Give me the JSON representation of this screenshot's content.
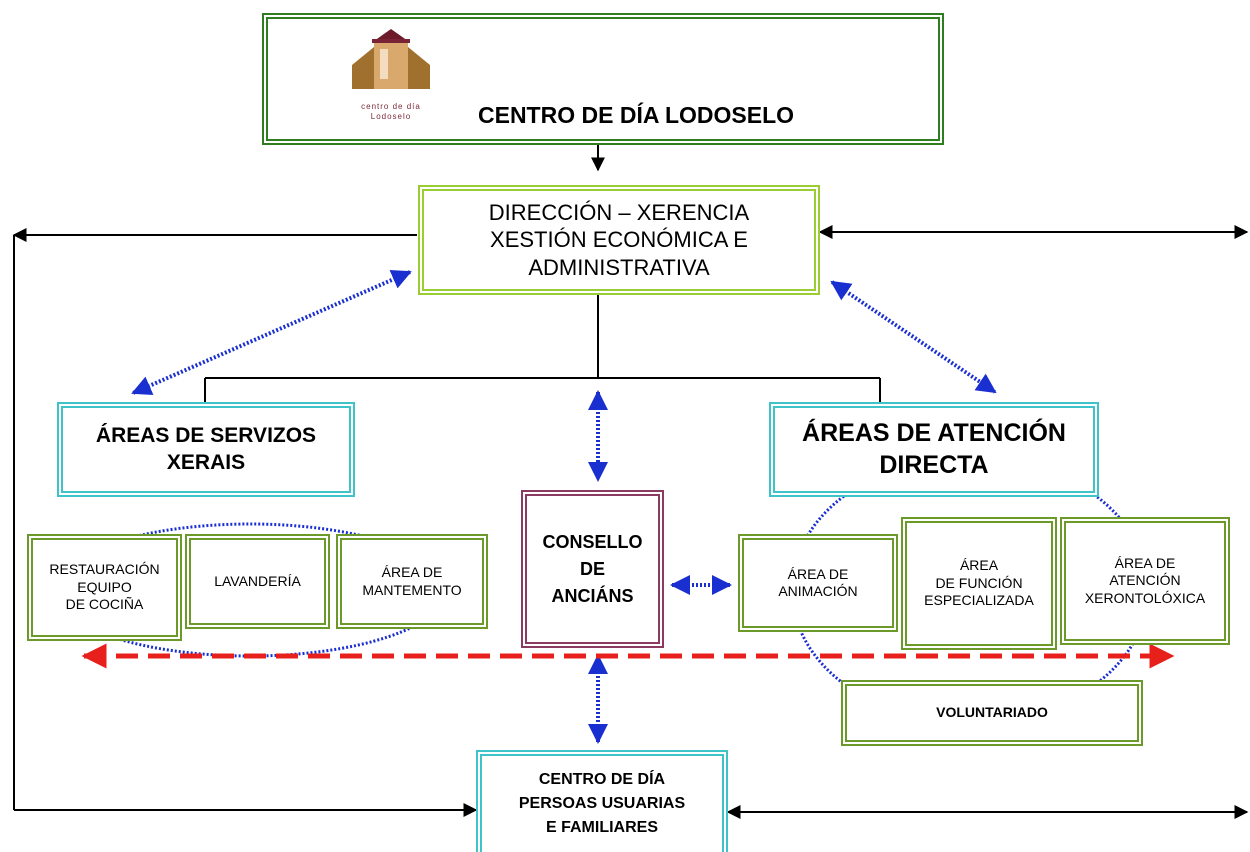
{
  "title": {
    "logo_text_line1": "centro de día",
    "logo_text_line2": "Lodoselo",
    "label": "CENTRO DE DÍA LODOSELO"
  },
  "direccion": {
    "line1": "DIRECCIÓN – XERENCIA",
    "line2": "XESTIÓN ECONÓMICA E",
    "line3": "ADMINISTRATIVA"
  },
  "servizos": {
    "line1": "ÁREAS DE SERVIZOS",
    "line2": "XERAIS"
  },
  "atencion": {
    "line1": "ÁREAS DE ATENCIÓN",
    "line2": "DIRECTA"
  },
  "consello": {
    "line1": "CONSELLO",
    "line2": "DE",
    "line3": "ANCIÁNS"
  },
  "restauracion": {
    "line1": "RESTAURACIÓN",
    "line2": "EQUIPO",
    "line3": "DE COCIÑA"
  },
  "lavanderia": {
    "line1": "LAVANDERÍA"
  },
  "mantemento": {
    "line1": "ÁREA DE",
    "line2": "MANTEMENTO"
  },
  "animacion": {
    "line1": "ÁREA DE",
    "line2": "ANIMACIÓN"
  },
  "funcion": {
    "line1": "ÁREA",
    "line2": "DE FUNCIÓN",
    "line3": "ESPECIALIZADA"
  },
  "xerontoloxica": {
    "line1": "ÁREA DE",
    "line2": "ATENCIÓN",
    "line3": "XERONTOLÓXICA"
  },
  "voluntariado": {
    "line1": "VOLUNTARIADO"
  },
  "usuarias": {
    "line1": "CENTRO DE DÍA",
    "line2": "PERSOAS USUARIAS",
    "line3": "E FAMILIARES"
  },
  "colors": {
    "dark_green": "#2e7d1e",
    "lime": "#9acd32",
    "olive": "#6b9a2a",
    "teal": "#3ec4c8",
    "plum": "#8b3a62",
    "dotted_blue": "#1a2fd0",
    "dashed_red": "#e8201c",
    "black": "#000000"
  }
}
